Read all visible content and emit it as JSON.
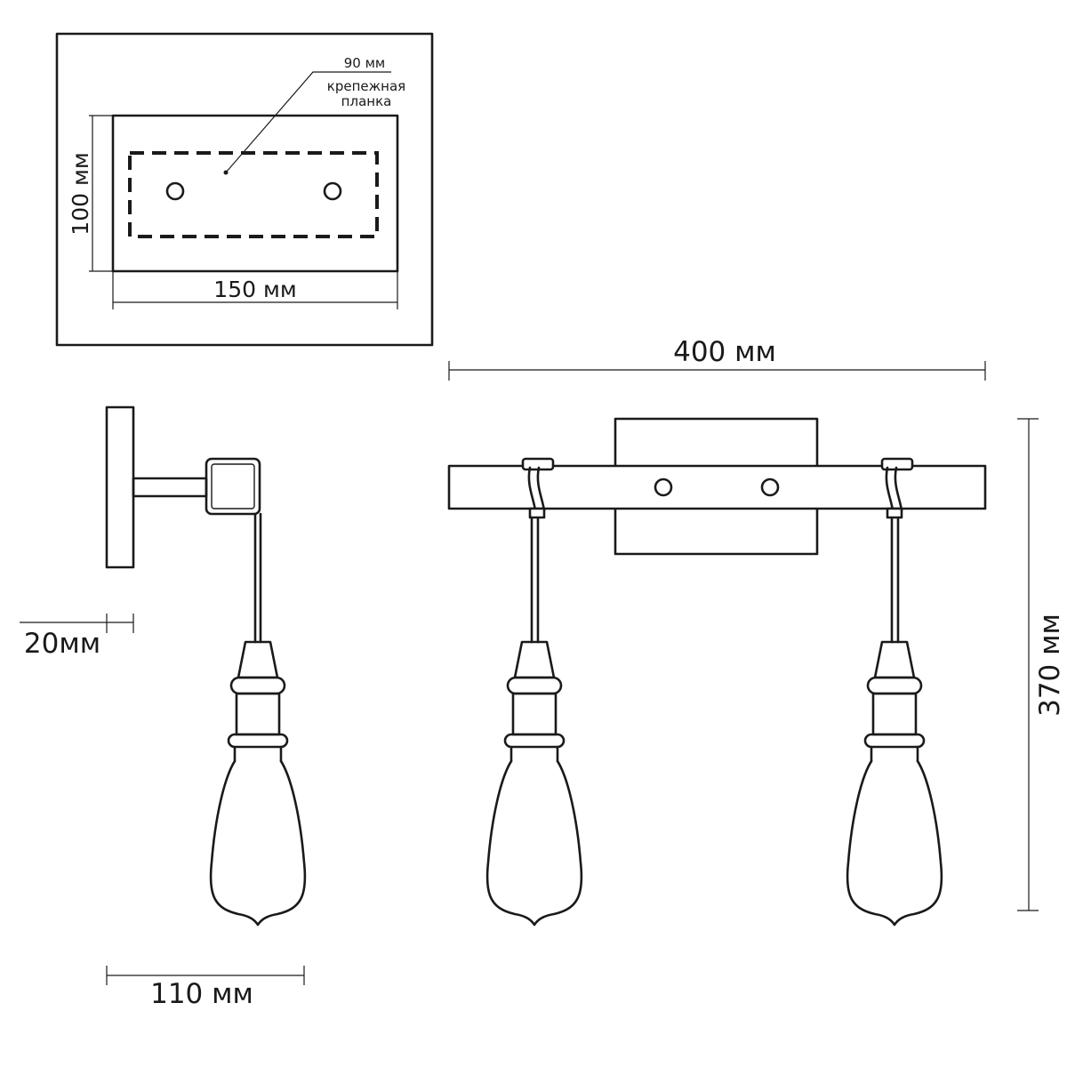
{
  "colors": {
    "stroke": "#1a1a1a",
    "background": "#ffffff"
  },
  "dimensions": {
    "bracket_length": "90 мм",
    "bracket_label_line1": "крепежная",
    "bracket_label_line2": "планка",
    "plate_height": "100 мм",
    "plate_width": "150 мм",
    "total_width": "400 мм",
    "total_height": "370 мм",
    "plate_depth": "20мм",
    "projection": "110 мм"
  }
}
